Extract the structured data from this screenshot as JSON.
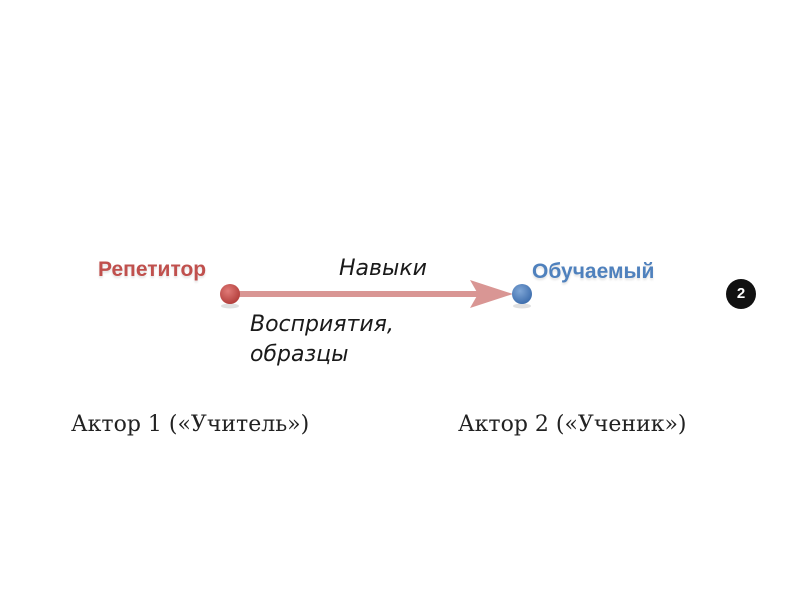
{
  "diagram": {
    "source_node": {
      "label": "Репетитор",
      "color": "#c0504d"
    },
    "target_node": {
      "label": "Обучаемый",
      "color": "#4f81bd"
    },
    "edge": {
      "color": "#d99694",
      "label_top": "Навыки",
      "label_bottom": "Восприятия, образцы"
    }
  },
  "actors": {
    "left": "Актор 1 («Учитель»)",
    "right": "Актор 2 («Ученик»)"
  },
  "page_number": "2"
}
